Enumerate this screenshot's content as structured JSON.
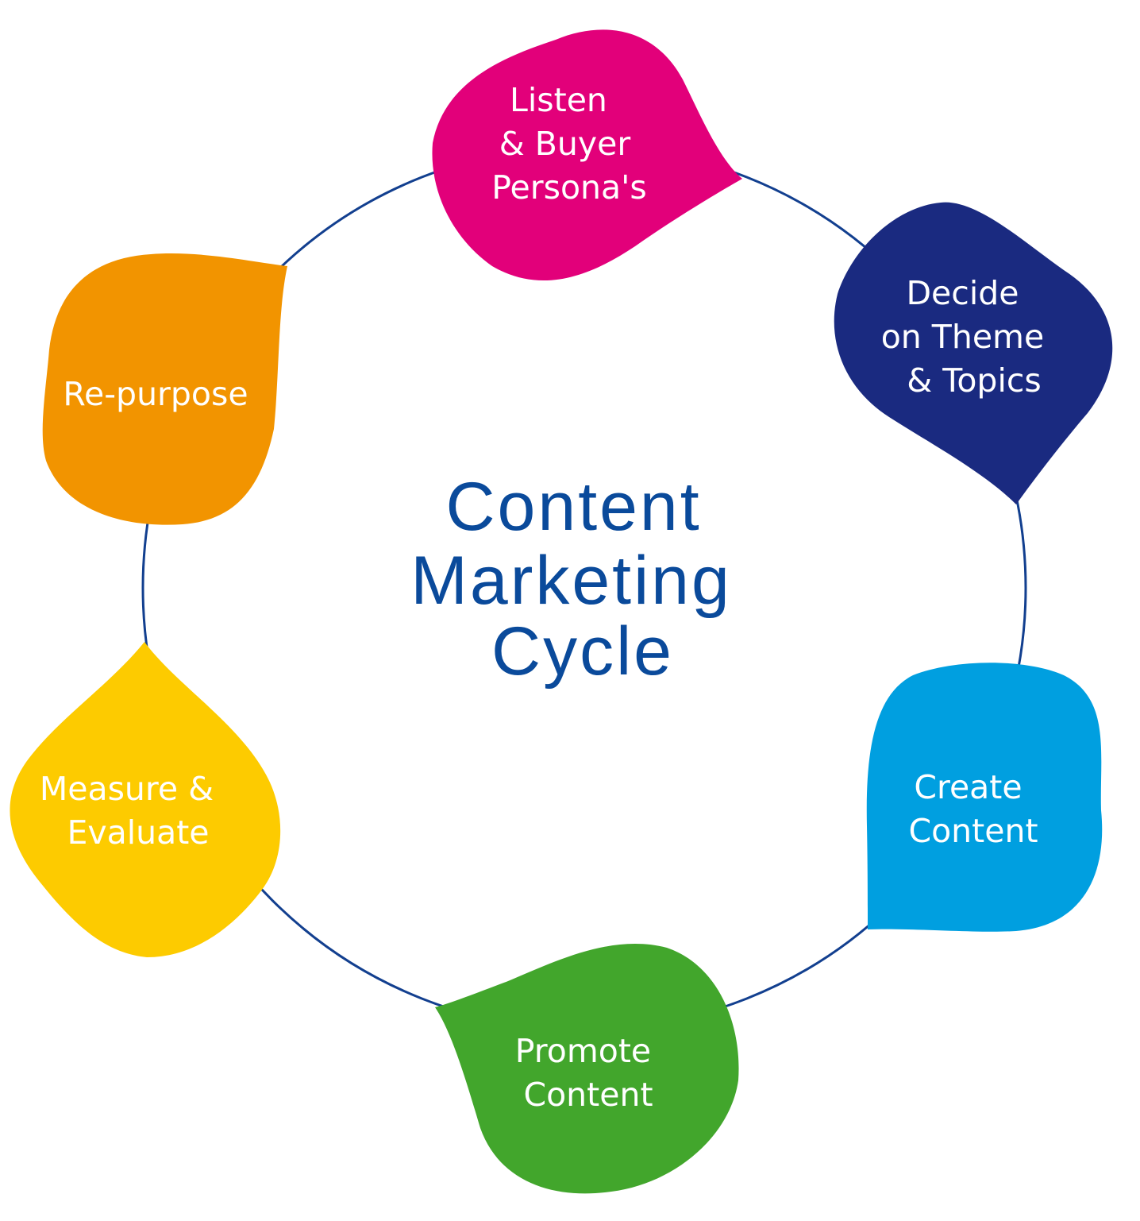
{
  "title": {
    "lines": [
      "Content",
      "Marketing",
      "Cycle"
    ],
    "color": "#0a4a9b"
  },
  "ring_color": "#123f8f",
  "steps": [
    {
      "name": "listen",
      "lines": [
        "Listen",
        "& Buyer",
        "Persona's"
      ],
      "color": "#e2007a"
    },
    {
      "name": "decide",
      "lines": [
        "Decide",
        "on Theme",
        "& Topics"
      ],
      "color": "#1a2a80"
    },
    {
      "name": "create",
      "lines": [
        "Create",
        "Content"
      ],
      "color": "#009fe0"
    },
    {
      "name": "promote",
      "lines": [
        "Promote",
        "Content"
      ],
      "color": "#42a62c"
    },
    {
      "name": "measure",
      "lines": [
        "Measure &",
        "Evaluate"
      ],
      "color": "#fdcb00"
    },
    {
      "name": "repurpose",
      "lines": [
        "Re-purpose"
      ],
      "color": "#f29400"
    }
  ]
}
